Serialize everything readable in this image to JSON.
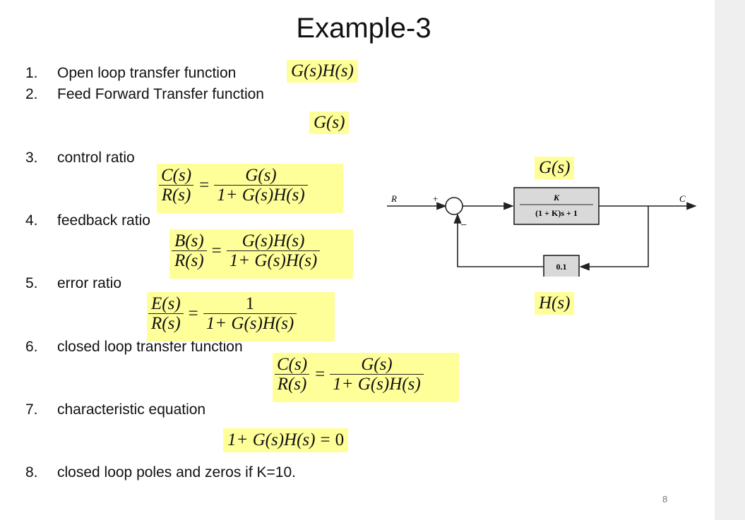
{
  "title": "Example-3",
  "items": [
    {
      "num": "1.",
      "text": "Open loop transfer function"
    },
    {
      "num": "2.",
      "text": "Feed Forward Transfer function"
    },
    {
      "num": "3.",
      "text": "control ratio"
    },
    {
      "num": "4.",
      "text": "feedback ratio"
    },
    {
      "num": "5.",
      "text": "error ratio"
    },
    {
      "num": "6.",
      "text": "closed loop transfer function"
    },
    {
      "num": "7.",
      "text": "characteristic equation"
    },
    {
      "num": "8.",
      "text": "closed loop poles and zeros if K=10."
    }
  ],
  "formulas": {
    "open_loop": "G(s)H(s)",
    "feed_forward": "G(s)",
    "control_ratio": {
      "lhs_num": "C(s)",
      "lhs_den": "R(s)",
      "rhs_num": "G(s)",
      "rhs_den": "1+ G(s)H(s)"
    },
    "feedback_ratio": {
      "lhs_num": "B(s)",
      "lhs_den": "R(s)",
      "rhs_num": "G(s)H(s)",
      "rhs_den": "1+ G(s)H(s)"
    },
    "error_ratio": {
      "lhs_num": "E(s)",
      "lhs_den": "R(s)",
      "rhs_num": "1",
      "rhs_den": "1+ G(s)H(s)"
    },
    "closed_loop": {
      "lhs_num": "C(s)",
      "lhs_den": "R(s)",
      "rhs_num": "G(s)",
      "rhs_den": "1+ G(s)H(s)"
    },
    "characteristic": {
      "lhs": "1+ G(s)H(s)",
      "rhs": "0"
    },
    "equals": "="
  },
  "diagram": {
    "g_label": "G(s)",
    "h_label": "H(s)",
    "input_label": "R",
    "output_label": "C",
    "plus_sign": "+",
    "minus_sign": "−",
    "forward_block_num": "K",
    "forward_block_den": "(1 + K)s + 1",
    "feedback_block": "0.1"
  },
  "page_number": "8",
  "colors": {
    "highlight": "#ffff99",
    "block_fill": "#d9d9d9"
  }
}
